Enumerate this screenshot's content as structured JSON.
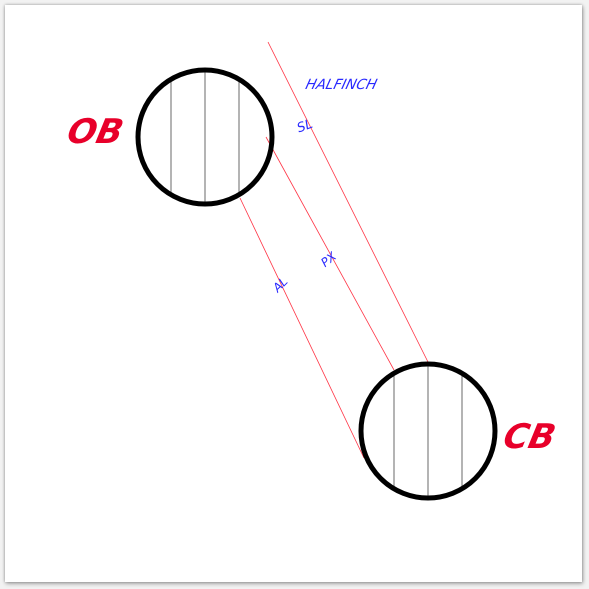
{
  "labels": {
    "ob": "OB",
    "cb": "CB",
    "halfinch": "HALFINCH",
    "sl": "SL",
    "px": "PX",
    "al": "AL"
  },
  "colors": {
    "background": "#ffffff",
    "circle_stroke": "#000000",
    "guide_line": "#ff3344",
    "big_label": "#e8002a",
    "small_label": "#2a2aff",
    "inner_line": "#444444"
  }
}
